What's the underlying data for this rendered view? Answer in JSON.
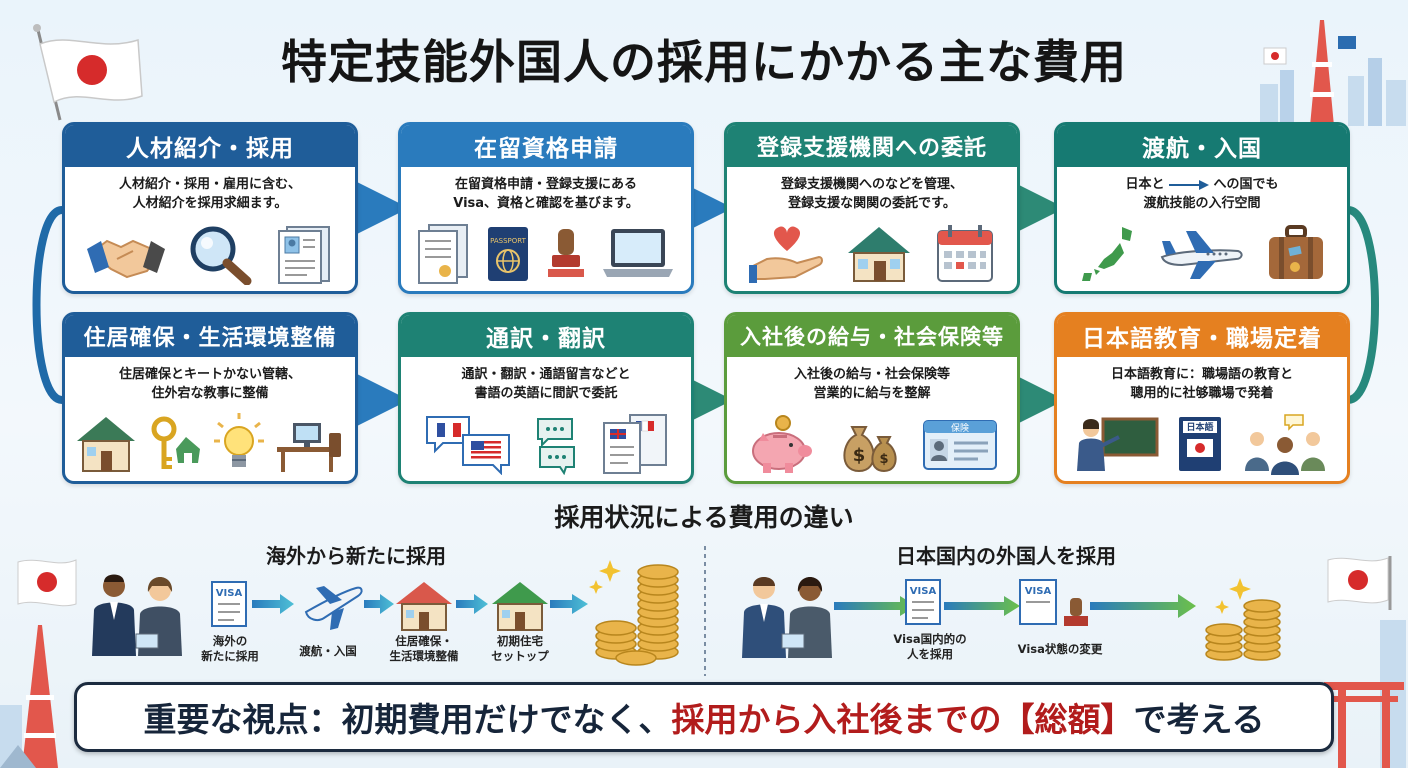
{
  "title": "特定技能外国人の採用にかかる主な費用",
  "cards": [
    {
      "title": "人材紹介・採用",
      "desc": "人材紹介・採用・雇用に含む、\n人材紹介を採用求細ます。",
      "icons": [
        "handshake-icon",
        "magnifier-icon",
        "resume-icon"
      ]
    },
    {
      "title": "在留資格申請",
      "desc": "在留資格申請・登録支援にある\nVisa、資格と確認を基びます。",
      "icons": [
        "documents-icon",
        "passport-icon",
        "stamp-icon",
        "laptop-icon"
      ]
    },
    {
      "title": "登録支援機関への委託",
      "desc": "登録支援機関へのなどを管理、\n登録支援な関関の委託です。",
      "icons": [
        "heart-hand-icon",
        "house-icon",
        "calendar-icon"
      ]
    },
    {
      "title": "渡航・入国",
      "desc_before": "日本と",
      "desc_after": "への国でも\n渡航技能の入行空間",
      "icons": [
        "japan-map-icon",
        "airplane-icon",
        "suitcase-icon"
      ]
    },
    {
      "title": "住居確保・生活環境整備",
      "desc": "住居確保とキートかない管轄、\n住外宕な教事に整備",
      "icons": [
        "house-icon",
        "keys-icon",
        "lightbulb-icon",
        "desk-icon"
      ]
    },
    {
      "title": "通訳・翻訳",
      "desc": "通訳・翻訳・通語留言などと\n書語の英語に間訳で委託",
      "icons": [
        "speech-flags-icon",
        "chat-bubbles-icon",
        "translated-documents-icon"
      ]
    },
    {
      "title": "入社後の給与・社会保険等",
      "desc": "入社後の給与・社会保険等\n営業的に給与を整解",
      "icons": [
        "piggy-bank-icon",
        "money-bags-icon",
        "insurance-card-icon"
      ],
      "card_text": "保険"
    },
    {
      "title": "日本語教育・職場定着",
      "desc": "日本語教育に：職場語の教育と\n聰用的に社够職場で発着",
      "icons": [
        "teacher-icon",
        "japanese-book-icon",
        "workers-icon"
      ],
      "book_text": "日本語"
    }
  ],
  "comparison": {
    "title": "採用状況による費用の違い",
    "overseas": {
      "title": "海外から新たに採用",
      "steps": [
        "海外の\n新たに採用",
        "渡航・入国",
        "住居確保・\n生活環境整備",
        "初期住宅\nセットップ"
      ]
    },
    "domestic": {
      "title": "日本国内の外国人を採用",
      "steps": [
        "Visa国内的の\n人を採用",
        "Visa状態の変更"
      ]
    },
    "visa_text": "VISA"
  },
  "banner": {
    "part1": "重要な視点：初期費用だけでなく、",
    "part2": "採用から入社後までの【総額】",
    "part3": "で考える"
  },
  "colors": {
    "blue_dark": "#1f5d99",
    "blue": "#2a7bbd",
    "teal": "#1e8274",
    "green": "#5b9c3c",
    "orange": "#e58020",
    "accent_red": "#b21c1c"
  }
}
